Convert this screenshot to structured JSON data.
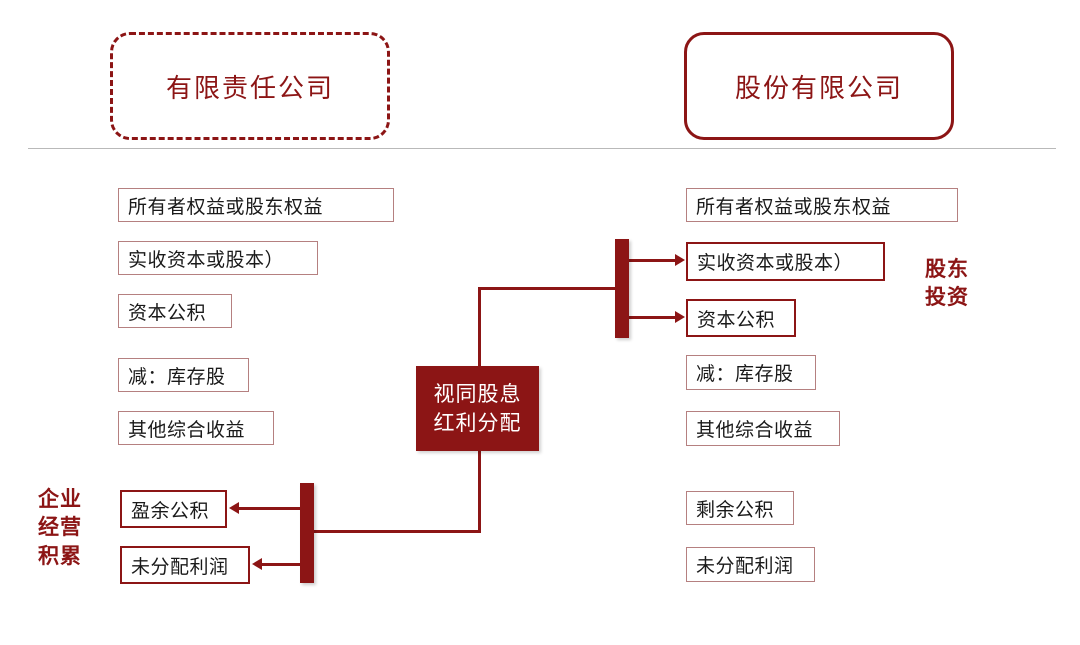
{
  "headers": {
    "left": {
      "label": "有限责任公司",
      "style": "dashed"
    },
    "right": {
      "label": "股份有限公司",
      "style": "solid"
    }
  },
  "colors": {
    "accent": "#8c1515",
    "box_border_thin": "#b58080",
    "box_border_thick": "#8c1515",
    "text": "#1a1a1a",
    "divider": "#b9b9b9",
    "background": "#ffffff"
  },
  "left_column": {
    "items": [
      {
        "label": "所有者权益或股东权益",
        "emphasis": "thin"
      },
      {
        "label": "实收资本或股本）",
        "emphasis": "thin"
      },
      {
        "label": "资本公积",
        "emphasis": "thin"
      },
      {
        "label": "减：库存股",
        "emphasis": "thin"
      },
      {
        "label": "其他综合收益",
        "emphasis": "thin"
      },
      {
        "label": "盈余公积",
        "emphasis": "thick"
      },
      {
        "label": "未分配利润",
        "emphasis": "thick"
      }
    ],
    "group_label": "企业\n经营\n积累",
    "group_label_lines": [
      "企业",
      "经营",
      "积累"
    ]
  },
  "right_column": {
    "items": [
      {
        "label": "所有者权益或股东权益",
        "emphasis": "thin"
      },
      {
        "label": "实收资本或股本）",
        "emphasis": "thick"
      },
      {
        "label": "资本公积",
        "emphasis": "thick"
      },
      {
        "label": "减：库存股",
        "emphasis": "thin"
      },
      {
        "label": "其他综合收益",
        "emphasis": "thin"
      },
      {
        "label": "剩余公积",
        "emphasis": "thin"
      },
      {
        "label": "未分配利润",
        "emphasis": "thin"
      }
    ],
    "group_label_lines": [
      "股东",
      "投资"
    ]
  },
  "center_node": {
    "line1": "视同股息",
    "line2": "红利分配"
  }
}
